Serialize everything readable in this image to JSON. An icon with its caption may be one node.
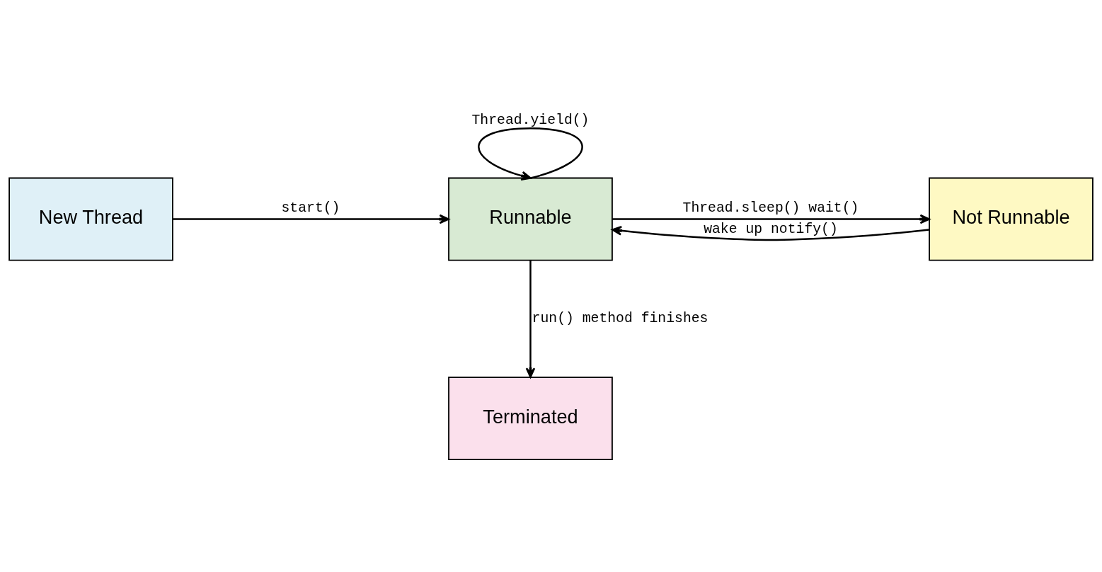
{
  "diagram": {
    "nodes": [
      {
        "text": [
          "New Thread"
        ]
      },
      {
        "text": [
          "Runnable"
        ]
      },
      {
        "text": [
          "Not Runnable"
        ]
      },
      {
        "text": [
          "Terminated"
        ]
      }
    ],
    "edges": [
      {
        "from": 0,
        "to": 1,
        "arrow": "to",
        "label": "start()"
      },
      {
        "from": 1,
        "to": 1,
        "arrow": "to",
        "label": "Thread.yield()"
      },
      {
        "from": 1,
        "to": 2,
        "arrow": "to",
        "label": "Thread.sleep() wait()"
      },
      {
        "from": 2,
        "to": 1,
        "arrow": "to",
        "label": "wake up notify()"
      },
      {
        "from": 1,
        "to": 3,
        "arrow": "to",
        "label": "run() method finishes"
      }
    ]
  }
}
